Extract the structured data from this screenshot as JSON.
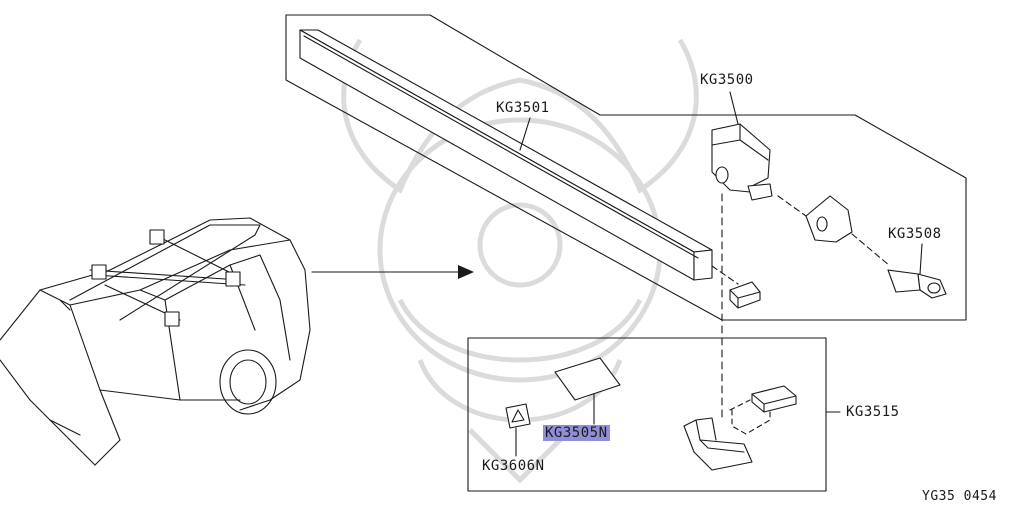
{
  "labels": {
    "roof_bar": "KG3501",
    "assembly": "KG3500",
    "key": "KG3508",
    "kit": "KG3515",
    "sticker": "KG3505N",
    "warning_label": "KG3606N"
  },
  "diagram_code": "YG35 0454",
  "colors": {
    "ink": "#1a1a1a",
    "highlight": "#8f8fd8",
    "watermark": "#d8d8d8"
  }
}
